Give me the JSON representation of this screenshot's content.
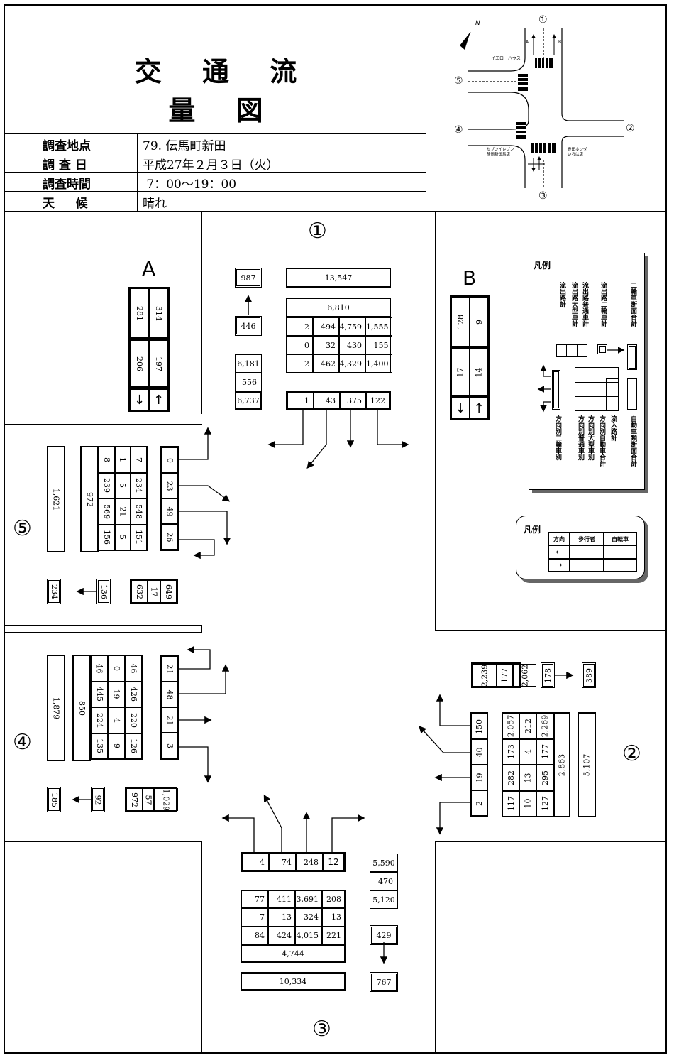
{
  "title": "交 通 流 量 図",
  "info": [
    {
      "label": "調査地点",
      "value": "79.  伝馬町新田"
    },
    {
      "label": "調 査 日",
      "value": "平成27年２月３日（火）"
    },
    {
      "label": "調査時間",
      "value": " 7：00～19：00"
    },
    {
      "label": "天     候",
      "value": "晴れ"
    }
  ],
  "map": {
    "labels": [
      "①",
      "②",
      "③",
      "④",
      "⑤"
    ],
    "north": "N",
    "a": "A",
    "b": "B",
    "place_yellowhat": "イエローハウス",
    "place_seven": "セブンイレブン\n静岡新伝馬店",
    "place_honda": "豊田ホンダ\nいろは店"
  },
  "circle_labels": {
    "n1": "①",
    "n2": "②",
    "n3": "③",
    "n4": "④",
    "n5": "⑤"
  },
  "crosswalk": {
    "a_label": "A",
    "a_top": [
      "281",
      "314"
    ],
    "a_bottom": [
      "206",
      "197"
    ],
    "a_arrows": [
      "↓",
      "↑"
    ],
    "b_label": "B",
    "b_top": [
      "128",
      "9"
    ],
    "b_bottom": [
      "17",
      "14"
    ],
    "b_arrows": [
      "↓",
      "↑"
    ]
  },
  "approach1": {
    "cross_total": "13,547",
    "out_total": "6,810",
    "grid": [
      [
        "2",
        "494",
        "4,759",
        "1,555"
      ],
      [
        "0",
        "32",
        "430",
        "155"
      ],
      [
        "2",
        "462",
        "4,329",
        "1,400"
      ]
    ],
    "twowheel_out": "987",
    "twowheel_in": "446",
    "in_total": "6,181",
    "in_large": "556",
    "in_all": "6,737",
    "dir_two": [
      "1",
      "43",
      "375",
      "122"
    ]
  },
  "approach2": {
    "top": [
      "2,239",
      "177",
      "2,062"
    ],
    "twowheel_in": "178",
    "twowheel_out": "389",
    "dir_two": [
      "150",
      "40",
      "19",
      "2"
    ],
    "grid": [
      [
        "2,057",
        "173",
        "282",
        "117"
      ],
      [
        "212",
        "4",
        "13",
        "10"
      ],
      [
        "2,269",
        "177",
        "295",
        "127"
      ]
    ],
    "out_total": "2,863",
    "cross_total": "5,107"
  },
  "approach3": {
    "dir_two": [
      "4",
      "74",
      "248",
      "12"
    ],
    "in_total": "5,590",
    "in_large": "470",
    "in_all": "5,120",
    "grid": [
      [
        "77",
        "411",
        "3,691",
        "208"
      ],
      [
        "7",
        "13",
        "324",
        "13"
      ],
      [
        "84",
        "424",
        "4,015",
        "221"
      ]
    ],
    "out_total": "4,744",
    "cross_total": "10,334",
    "twowheel_in": "429",
    "twowheel_out": "767"
  },
  "approach4": {
    "cross_total": "1,879",
    "out_total": "850",
    "grid": [
      [
        "46",
        "445",
        "224",
        "135"
      ],
      [
        "0",
        "19",
        "4",
        "9"
      ],
      [
        "46",
        "426",
        "220",
        "126"
      ]
    ],
    "dir_two": [
      "21",
      "48",
      "21",
      "3"
    ],
    "twowheel_out": "185",
    "twowheel_in": "92",
    "bottom": [
      "972",
      "57",
      "1,029"
    ]
  },
  "approach5": {
    "cross_total": "1,621",
    "out_total": "972",
    "grid": [
      [
        "8",
        "239",
        "569",
        "156"
      ],
      [
        "1",
        "5",
        "21",
        "5"
      ],
      [
        "7",
        "234",
        "548",
        "151"
      ]
    ],
    "dir_two": [
      "0",
      "23",
      "49",
      "26"
    ],
    "twowheel_out": "234",
    "twowheel_in": "136",
    "bottom": [
      "632",
      "17",
      "649"
    ]
  },
  "legend1": {
    "title": "凡例",
    "top_labels": [
      "流出路計",
      "流出路大型車計",
      "流出路普通車計",
      "流出路二輪車計",
      "二輪車断面合計"
    ],
    "bottom_labels": [
      "方向別二輪車別",
      "方向別普通車別",
      "方向別大型車別",
      "方向別自動車合計",
      "流入路計",
      "自動車類断面合計"
    ]
  },
  "legend2": {
    "title": "凡例",
    "headers": [
      "方向",
      "歩行者",
      "自転車"
    ],
    "rows": [
      "←",
      "→"
    ]
  }
}
